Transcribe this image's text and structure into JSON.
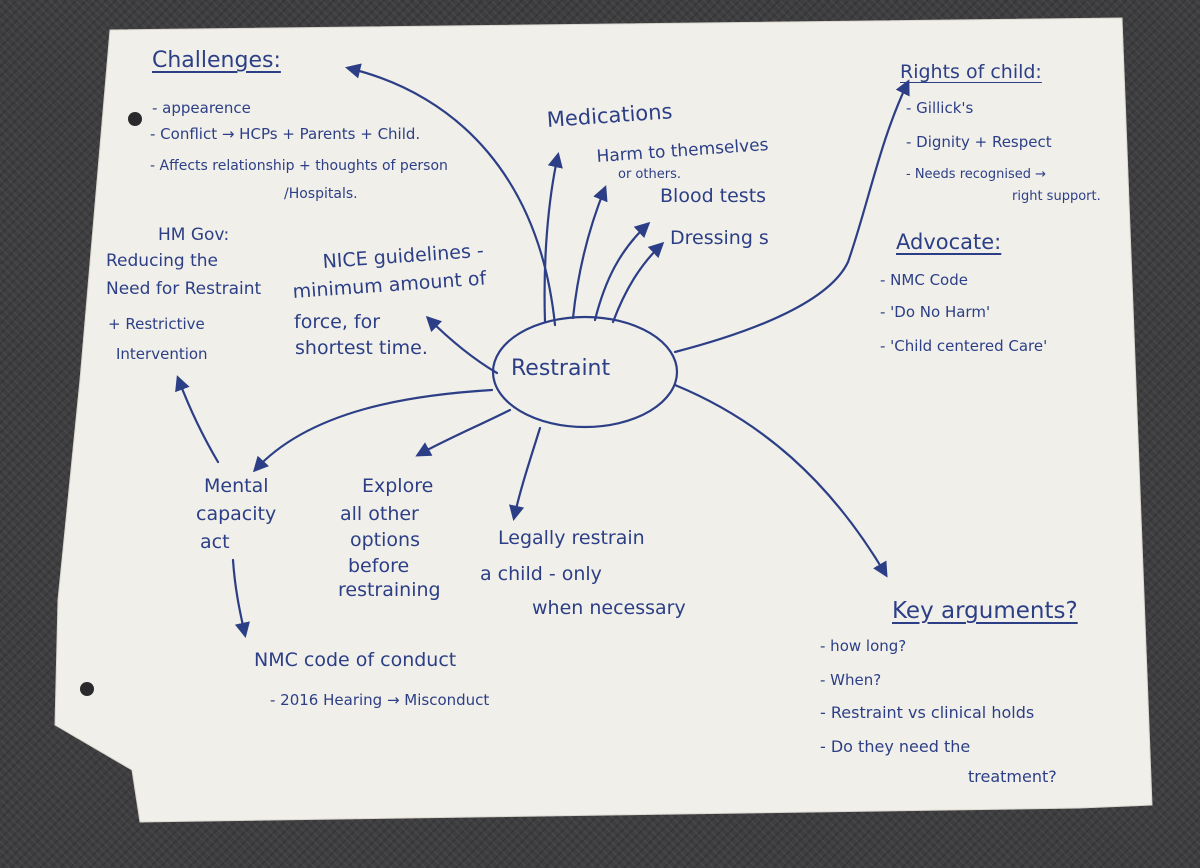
{
  "center": {
    "label": "Restraint"
  },
  "challenges": {
    "heading": "Challenges:",
    "items": [
      "- appearence",
      "- Conflict → HCPs + Parents + Child.",
      "- Affects relationship + thoughts of person",
      "/Hospitals."
    ]
  },
  "branches": {
    "medications": "Medications",
    "harm_line1": "Harm to themselves",
    "harm_line2": "or others.",
    "blood_tests": "Blood tests",
    "dressings": "Dressing s"
  },
  "nice": {
    "line1": "NICE guidelines -",
    "line2": "minimum amount of",
    "line3": "force, for",
    "line4": "shortest time."
  },
  "hm_gov": {
    "line1": "HM Gov:",
    "line2": "Reducing the",
    "line3": "Need for Restraint",
    "line4": "+ Restrictive",
    "line5": "Intervention"
  },
  "rights": {
    "heading": "Rights of child:",
    "items": [
      "- Gillick's",
      "- Dignity + Respect",
      "- Needs recognised →",
      "right support."
    ]
  },
  "advocate": {
    "heading": "Advocate:",
    "items": [
      "- NMC Code",
      "- 'Do No Harm'",
      "- 'Child centered Care'"
    ]
  },
  "mental_capacity": {
    "line1": "Mental",
    "line2": "capacity",
    "line3": "act"
  },
  "explore": {
    "line1": "Explore",
    "line2": "all other",
    "line3": "options",
    "line4": "before",
    "line5": "restraining"
  },
  "legally": {
    "line1": "Legally restrain",
    "line2": "a child - only",
    "line3": "when necessary"
  },
  "nmc_conduct": {
    "title": "NMC code of conduct",
    "item": "- 2016 Hearing → Misconduct"
  },
  "key_arguments": {
    "heading": "Key arguments?",
    "items": [
      "- how long?",
      "- When?",
      "- Restraint vs clinical holds",
      "- Do they need the",
      "treatment?"
    ]
  },
  "colors": {
    "ink": "#2c3f86",
    "paper": "#f1efea",
    "background": "#3e3e40"
  }
}
